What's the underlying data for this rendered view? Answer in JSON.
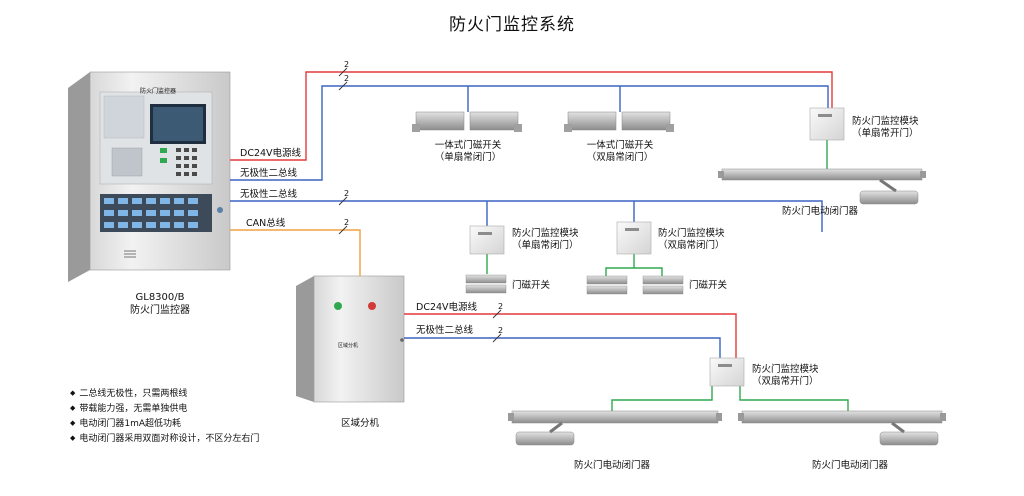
{
  "title": "防火门监控系统",
  "controller": {
    "model": "GL8300/B",
    "name": "防火门监控器",
    "panel_label": "防火门监控器"
  },
  "distributor": {
    "name": "区域分机",
    "panel_label": "区域分机"
  },
  "wires": {
    "power": "DC24V电源线",
    "bus": "无极性二总线",
    "bus2": "无极性二总线",
    "can": "CAN总线",
    "power_lower": "DC24V电源线",
    "bus_lower": "无极性二总线",
    "count_mark": "2"
  },
  "devices": {
    "magnet_single": [
      "一体式门磁开关",
      "（单扇常闭门）"
    ],
    "magnet_double": [
      "一体式门磁开关",
      "（双扇常闭门）"
    ],
    "module_single_open": [
      "防火门监控模块",
      "（单扇常开门）"
    ],
    "closer_top": "防火门电动闭门器",
    "module_single_closed": [
      "防火门监控模块",
      "（单扇常闭门）"
    ],
    "module_double_closed": [
      "防火门监控模块",
      "（双扇常闭门）"
    ],
    "door_switch_1": "门磁开关",
    "door_switch_2": "门磁开关",
    "module_double_open": [
      "防火门监控模块",
      "（双扇常开门）"
    ],
    "closer_left": "防火门电动闭门器",
    "closer_right": "防火门电动闭门器"
  },
  "features": [
    "二总线无极性，只需两根线",
    "带载能力强，无需单独供电",
    "电动闭门器1mA超低功耗",
    "电动闭门器采用双面对称设计，不区分左右门"
  ],
  "colors": {
    "power": "#e33a3a",
    "bus": "#3a64c4",
    "can": "#f0a040",
    "module_link": "#2fa84f"
  }
}
